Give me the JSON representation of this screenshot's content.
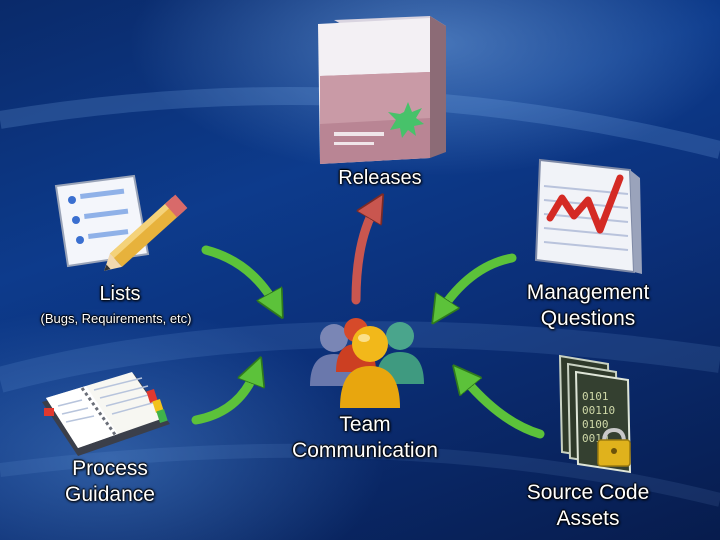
{
  "nodes": {
    "releases": {
      "label": "Releases"
    },
    "lists": {
      "label": "Lists",
      "sublabel": "(Bugs, Requirements, etc)"
    },
    "management": {
      "label_line1": "Management",
      "label_line2": "Questions"
    },
    "team": {
      "label_line1": "Team",
      "label_line2": "Communication"
    },
    "process": {
      "label_line1": "Process",
      "label_line2": "Guidance"
    },
    "source": {
      "label_line1": "Source Code",
      "label_line2": "Assets"
    }
  },
  "icons": {
    "releases": "software-box-icon",
    "lists": "checklist-pencil-icon",
    "management": "line-chart-report-icon",
    "team": "people-group-icon",
    "process": "notebook-icon",
    "source": "locked-code-files-icon"
  },
  "colors": {
    "arrow_green": "#5cc23a",
    "arrow_red": "#c9564f",
    "label_text": "#ffffff"
  }
}
